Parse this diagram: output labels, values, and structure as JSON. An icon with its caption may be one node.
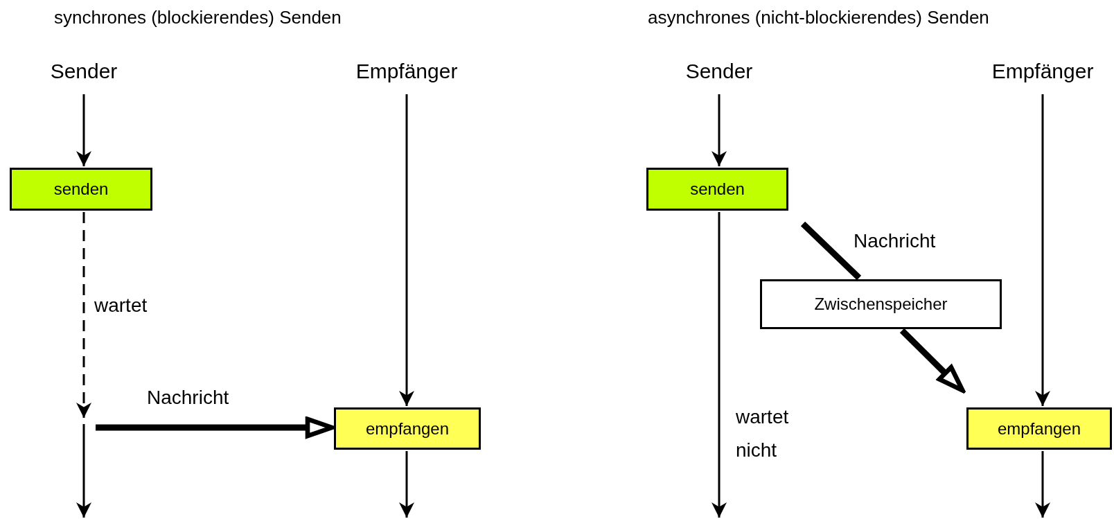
{
  "diagram": {
    "nodes": [
      {
        "text": [
          "Sender"
        ]
      },
      {
        "text": [
          "Empfänger"
        ]
      },
      {
        "text": [
          "senden"
        ]
      },
      {
        "text": [
          "empfangen"
        ]
      },
      {
        "text": [
          "Sender"
        ]
      },
      {
        "text": [
          "Empfänger"
        ]
      },
      {
        "text": [
          "senden"
        ]
      },
      {
        "text": [
          "Zwischenspeicher"
        ]
      },
      {
        "text": [
          "empfangen"
        ]
      }
    ],
    "edges": [
      {
        "from": 0,
        "to": 2,
        "arrow": "to"
      },
      {
        "from": 2,
        "to": null,
        "arrow": "to",
        "style": "dashed",
        "label": "wartet"
      },
      {
        "from": 1,
        "to": 3,
        "arrow": "to"
      },
      {
        "from": null,
        "to": 3,
        "arrow": "to",
        "style": "thick",
        "label": "Nachricht"
      },
      {
        "from": 3,
        "to": null,
        "arrow": "to"
      },
      {
        "from": 4,
        "to": 6,
        "arrow": "to"
      },
      {
        "from": 6,
        "to": null,
        "arrow": "to",
        "label": "wartet nicht"
      },
      {
        "from": null,
        "to": 7,
        "arrow": "none",
        "style": "thick",
        "label": "Nachricht"
      },
      {
        "from": 7,
        "to": 8,
        "arrow": "to",
        "style": "thick"
      },
      {
        "from": 5,
        "to": 8,
        "arrow": "to"
      },
      {
        "from": 8,
        "to": null,
        "arrow": "to"
      }
    ],
    "labels": [
      "synchrones (blockierendes) Senden",
      "asynchrones (nicht-blockierendes) Senden"
    ]
  }
}
